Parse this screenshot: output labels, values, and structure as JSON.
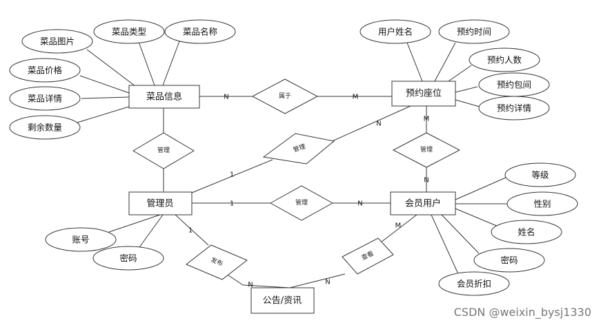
{
  "entities": {
    "dish": "菜品信息",
    "reservation": "预约座位",
    "admin": "管理员",
    "member": "会员用户",
    "notice": "公告/资讯"
  },
  "attributes": {
    "dish_image": "菜品图片",
    "dish_type": "菜品类型",
    "dish_name": "菜品名称",
    "dish_price": "菜品价格",
    "dish_detail": "菜品详情",
    "remaining_qty": "剩余数量",
    "user_name": "用户姓名",
    "reserve_time": "预约时间",
    "reserve_people": "预约人数",
    "reserve_room": "预约包间",
    "reserve_detail": "预约详情",
    "level": "等级",
    "gender": "性别",
    "name": "姓名",
    "member_password": "密码",
    "member_discount": "会员折扣",
    "account": "账号",
    "admin_password": "密码"
  },
  "relationships": {
    "belongs_to": "属于",
    "manage_dish": "管理",
    "manage_reservation": "管理",
    "member_reservation": "管理",
    "manage_member": "管理",
    "publish": "发布",
    "view": "查看"
  },
  "cardinalities": {
    "dish_belongs": "N",
    "reservation_belongs": "M",
    "admin_manage_reservation": "1",
    "reservation_managed_by_admin": "N",
    "reservation_member": "M",
    "member_reservation": "N",
    "admin_manage_member": "1",
    "member_managed": "N",
    "admin_publish": "1",
    "notice_publish": "N",
    "notice_view": "N",
    "member_view": "M"
  },
  "watermark": "CSDN @weixin_bysj1330"
}
